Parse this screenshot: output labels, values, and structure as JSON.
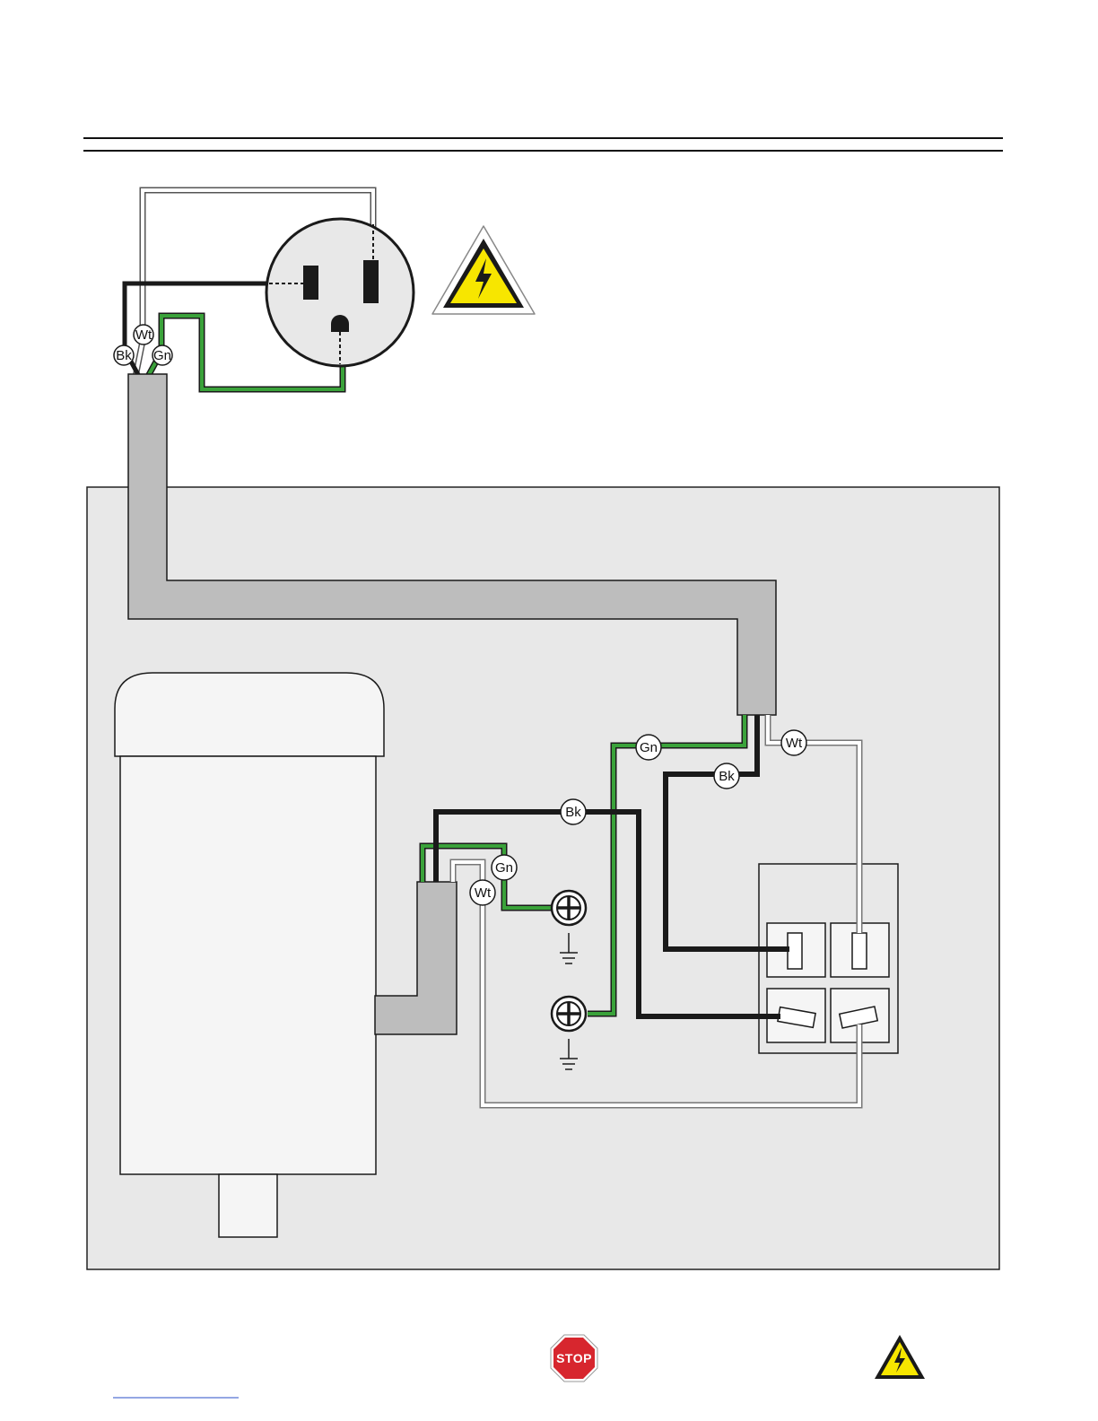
{
  "wire_labels": {
    "black": "Bk",
    "white": "Wt",
    "green": "Gn"
  },
  "stop_sign": {
    "text": "STOP"
  },
  "icons": {
    "hazard": "electrical-hazard-icon",
    "stop": "stop-sign-icon",
    "ground": "ground-symbol-icon"
  },
  "colors": {
    "black_wire": "#1a1a1a",
    "white_wire": "#ffffff",
    "green_wire": "#3aa23a",
    "conduit": "#bdbdbd",
    "panel": "#e8e8e8",
    "hazard_yellow": "#f7e600",
    "stop_red": "#d7262e"
  }
}
